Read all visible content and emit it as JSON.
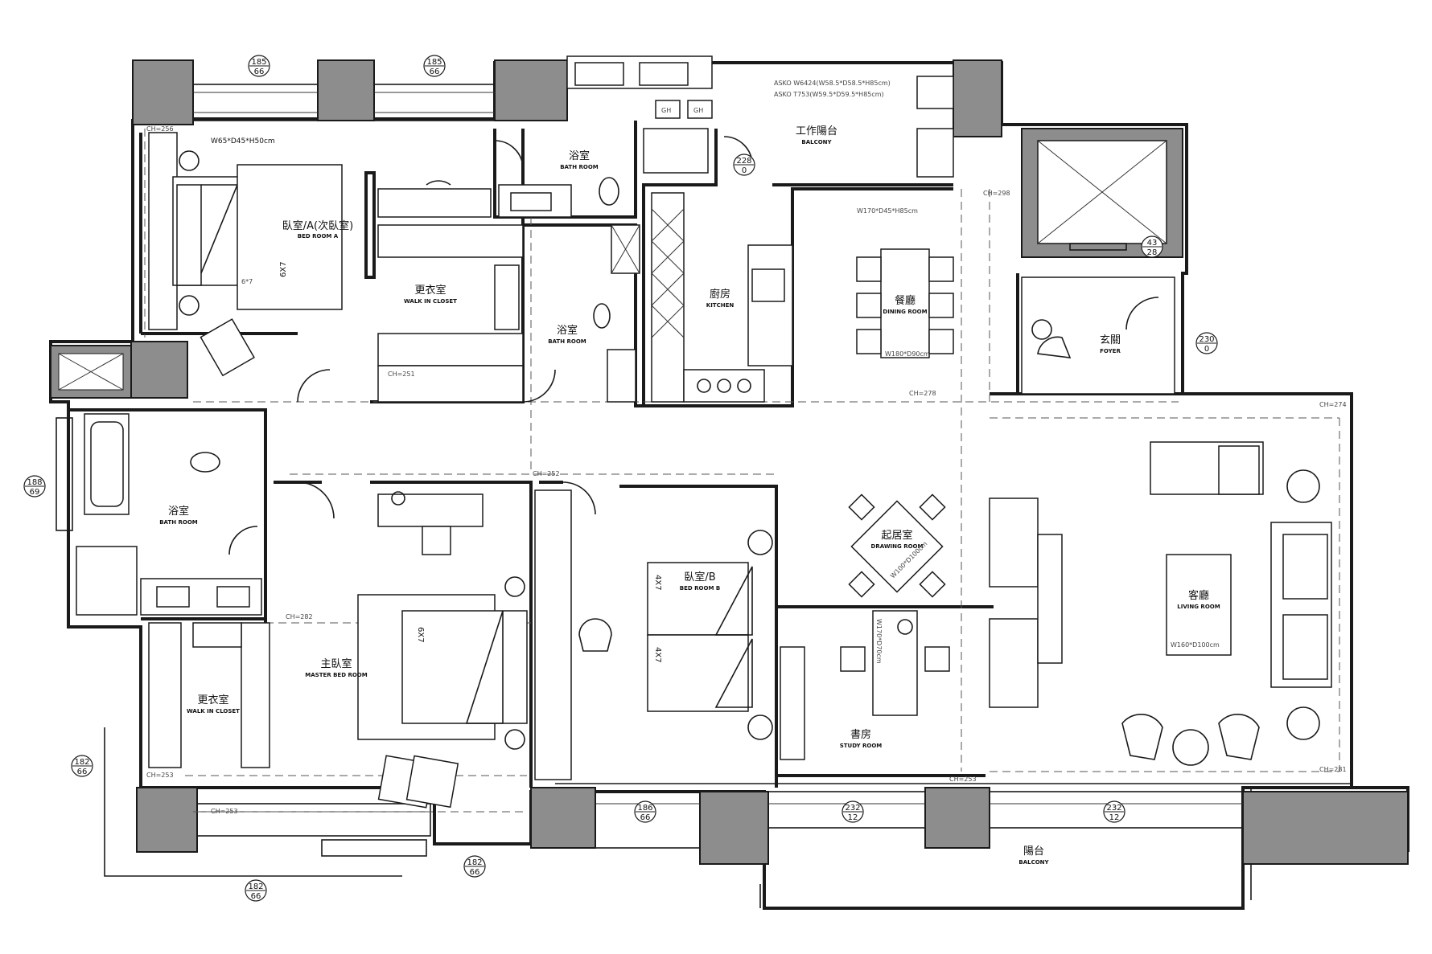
{
  "rooms": {
    "bedroom_a": {
      "cn": "臥室/A(次臥室)",
      "en": "BED ROOM A"
    },
    "walkin_closet_top": {
      "cn": "更衣室",
      "en": "WALK IN CLOSET"
    },
    "bathroom_top": {
      "cn": "浴室",
      "en": "BATH ROOM"
    },
    "bathroom_mid": {
      "cn": "浴室",
      "en": "BATH ROOM"
    },
    "bathroom_left": {
      "cn": "浴室",
      "en": "BATH ROOM"
    },
    "balcony_work": {
      "cn": "工作陽台",
      "en": "BALCONY"
    },
    "kitchen": {
      "cn": "廚房",
      "en": "KITCHEN"
    },
    "dining": {
      "cn": "餐廳",
      "en": "DINING ROOM"
    },
    "foyer": {
      "cn": "玄關",
      "en": "FOYER"
    },
    "drawing": {
      "cn": "起居室",
      "en": "DRAWING ROOM"
    },
    "bedroom_b": {
      "cn": "臥室/B",
      "en": "BED ROOM B"
    },
    "living": {
      "cn": "客廳",
      "en": "LIVING ROOM"
    },
    "master": {
      "cn": "主臥室",
      "en": "MASTER BED ROOM"
    },
    "walkin_closet_bottom": {
      "cn": "更衣室",
      "en": "WALK IN CLOSET"
    },
    "study": {
      "cn": "書房",
      "en": "STUDY ROOM"
    },
    "balcony_main": {
      "cn": "陽台",
      "en": "BALCONY"
    }
  },
  "notes": {
    "asko_washer": "ASKO W6424(W58.5*D58.5*H85cm)",
    "asko_dryer": "ASKO T753(W59.5*D59.5*H85cm)",
    "tv_cabinet_a": "W65*D45*H50cm",
    "bed_a_size": "6*7",
    "kitchen_counter": "W170*D45*H85cm",
    "dining_table": "W180*D90cm",
    "drawing_table": "W100*D100cm",
    "study_desk": "W170*D70cm",
    "living_table": "W160*D100cm",
    "gh1": "GH",
    "gh2": "GH",
    "bed_b1": "4X7",
    "bed_b2": "4X7",
    "bed_master": "6X7",
    "bed_a_rot": "6X7"
  },
  "window_tags": [
    {
      "top": "185",
      "bottom": "66"
    },
    {
      "top": "185",
      "bottom": "66"
    },
    {
      "top": "228",
      "bottom": "0"
    },
    {
      "top": "43",
      "bottom": "28"
    },
    {
      "top": "230",
      "bottom": "0"
    },
    {
      "top": "188",
      "bottom": "69"
    },
    {
      "top": "182",
      "bottom": "66"
    },
    {
      "top": "182",
      "bottom": "66"
    },
    {
      "top": "182",
      "bottom": "66"
    },
    {
      "top": "186",
      "bottom": "66"
    },
    {
      "top": "232",
      "bottom": "12"
    },
    {
      "top": "232",
      "bottom": "12"
    }
  ],
  "ceiling_heights": [
    "CH=256",
    "CH=298",
    "CH=251",
    "CH=278",
    "CH=274",
    "CH=252",
    "CH=282",
    "CH=253",
    "CH=253",
    "CH=253",
    "CH=281"
  ],
  "colors": {
    "wall_fill": "#8d8d8d",
    "line": "#1a1a1a",
    "paper": "#ffffff"
  },
  "icons": [
    "bed-icon",
    "toilet-icon",
    "sink-icon",
    "chair-icon",
    "armchair-icon",
    "lamp-icon",
    "sofa-icon",
    "stove-icon",
    "bathtub-icon",
    "elevator-icon"
  ]
}
